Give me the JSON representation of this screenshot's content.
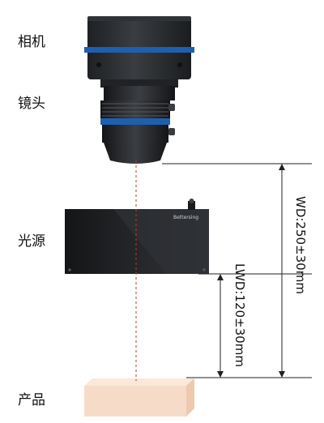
{
  "labels": {
    "camera": "相机",
    "lens": "镜头",
    "light_source": "光源",
    "product": "产品"
  },
  "dimensions": {
    "wd": "WD:250±30mm",
    "lwd": "LWD:120±30mm"
  },
  "light_brand": "Bettersing",
  "colors": {
    "camera_body": "#2a2c2f",
    "camera_accent": "#1e5fb0",
    "light_body": "#1c1d1f",
    "product": "#f6dcc8",
    "axis_line": "#c0392b"
  }
}
